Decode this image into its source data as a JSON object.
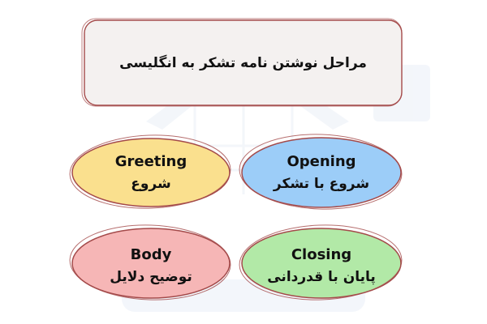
{
  "title": "مراحل نوشتن نامه تشکر به انگلیسی",
  "colors": {
    "title_fill": "#f4f1f0",
    "outline": "#a44a4a",
    "greeting": "#fae08e",
    "opening": "#9ccdf8",
    "body": "#f6b6b6",
    "closing": "#b2e9a7",
    "watermark": "#eaeff7"
  },
  "steps": [
    {
      "en": "Greeting",
      "fa": "شروع"
    },
    {
      "en": "Opening",
      "fa": "شروع با تشکر"
    },
    {
      "en": "Body",
      "fa": "توضیح دلایل"
    },
    {
      "en": "Closing",
      "fa": "پایان با قدردانی"
    }
  ]
}
